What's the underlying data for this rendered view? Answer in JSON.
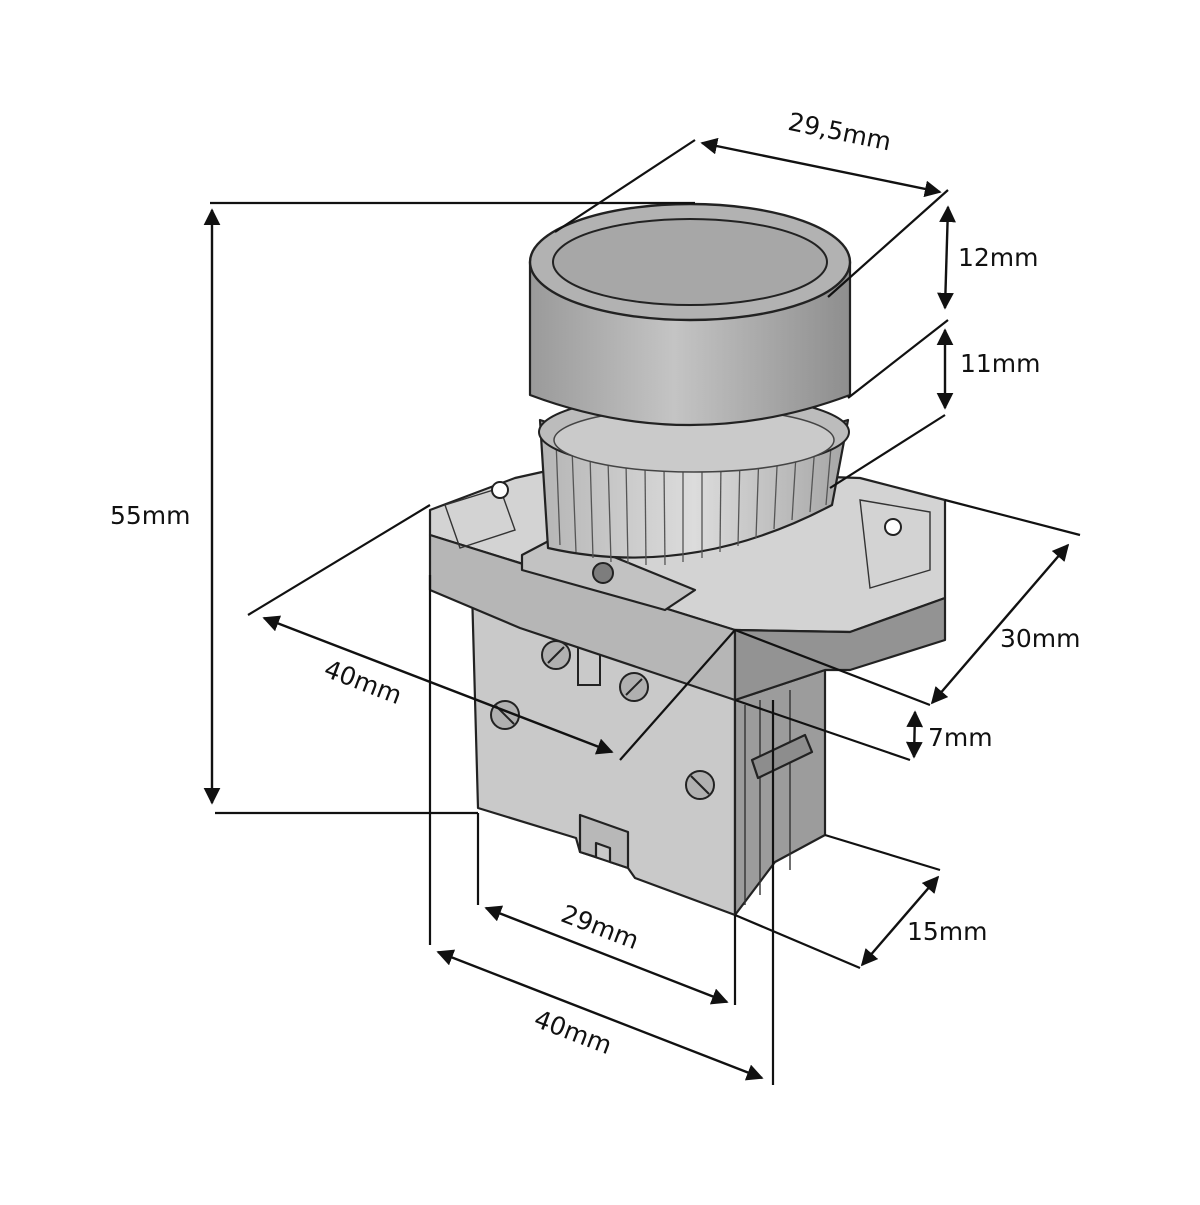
{
  "dimensions": {
    "top_width": "29,5mm",
    "cap_height": "12mm",
    "ring_height": "11mm",
    "total_height": "55mm",
    "flange_depth": "40mm",
    "flange_width": "30mm",
    "flange_thickness": "7mm",
    "block_width": "29mm",
    "base_width": "40mm",
    "block_depth": "15mm"
  },
  "colors": {
    "line": "#111111",
    "body_light": "#cfcfcf",
    "body_mid": "#a9a9a9",
    "body_dark": "#8a8a8a"
  }
}
